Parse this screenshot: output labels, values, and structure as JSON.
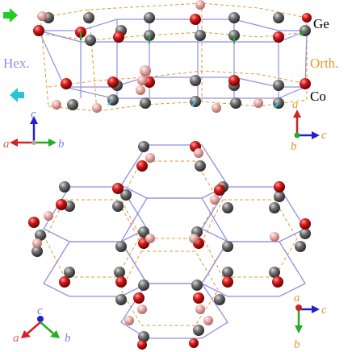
{
  "top_view": {
    "labels": {
      "species_1": "Ge",
      "species_2": "Co",
      "cell_hex": "Hex.",
      "cell_orth": "Orth."
    },
    "axes_left": {
      "z": "c",
      "left": "a",
      "right": "b"
    },
    "axes_right": {
      "up": "a",
      "right": "c",
      "down": "b"
    }
  },
  "bottom_view": {
    "axes_left": {
      "z": "c",
      "left": "a",
      "right": "b"
    },
    "axes_right": {
      "up": "a",
      "right": "c",
      "down": "b"
    }
  },
  "colors": {
    "hex_cell": "#8f8fe8",
    "orth_cell": "#e39a2e",
    "ge_atom": "#707070",
    "co_atom": "#d01818",
    "pink_atom": "#e4a7a3",
    "displacement_arrow": "#22cc22",
    "displacement_arrow_2": "#29c4d8",
    "axis_red": "#d42020",
    "axis_blue": "#2020d0",
    "axis_green": "#20b020"
  }
}
